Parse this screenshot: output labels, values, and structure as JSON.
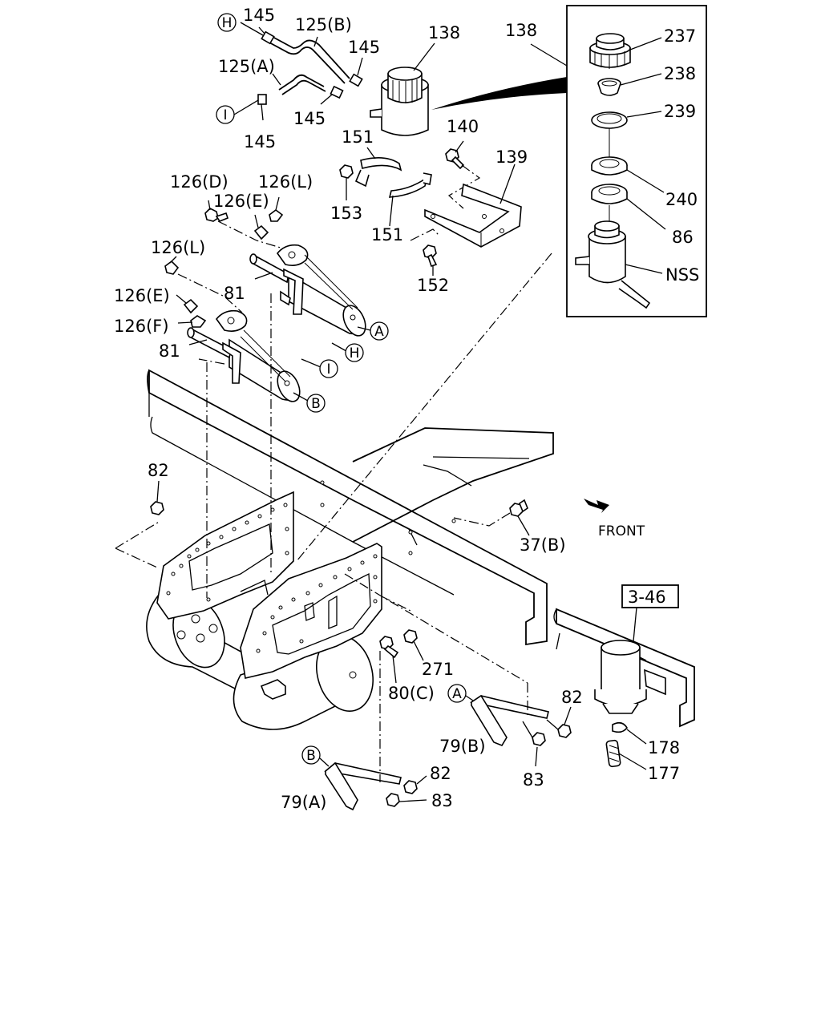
{
  "labels": {
    "p145a": "145",
    "p125b": "125(B)",
    "p145b": "145",
    "p138a": "138",
    "p138b": "138",
    "p237": "237",
    "p125a": "125(A)",
    "p238": "238",
    "p145c": "145",
    "p145d": "145",
    "p239": "239",
    "p140": "140",
    "p151a": "151",
    "p139": "139",
    "p240": "240",
    "p153": "153",
    "p126d": "126(D)",
    "p126l_a": "126(L)",
    "p126e_a": "126(E)",
    "p151b": "151",
    "p86": "86",
    "p126l_b": "126(L)",
    "p152": "152",
    "pnss": "NSS",
    "p81a": "81",
    "p126e_b": "126(E)",
    "p126f": "126(F)",
    "p81b": "81",
    "p82a": "82",
    "front": "FRONT",
    "p37b": "37(B)",
    "ref346": "3-46",
    "p271": "271",
    "p80c": "80(C)",
    "p82b": "82",
    "p79b": "79(B)",
    "p178": "178",
    "p83a": "83",
    "p177": "177",
    "p82c": "82",
    "p83b": "83",
    "p79a": "79(A)"
  },
  "markers": {
    "A": "A",
    "B": "B",
    "H": "H",
    "I": "I"
  }
}
